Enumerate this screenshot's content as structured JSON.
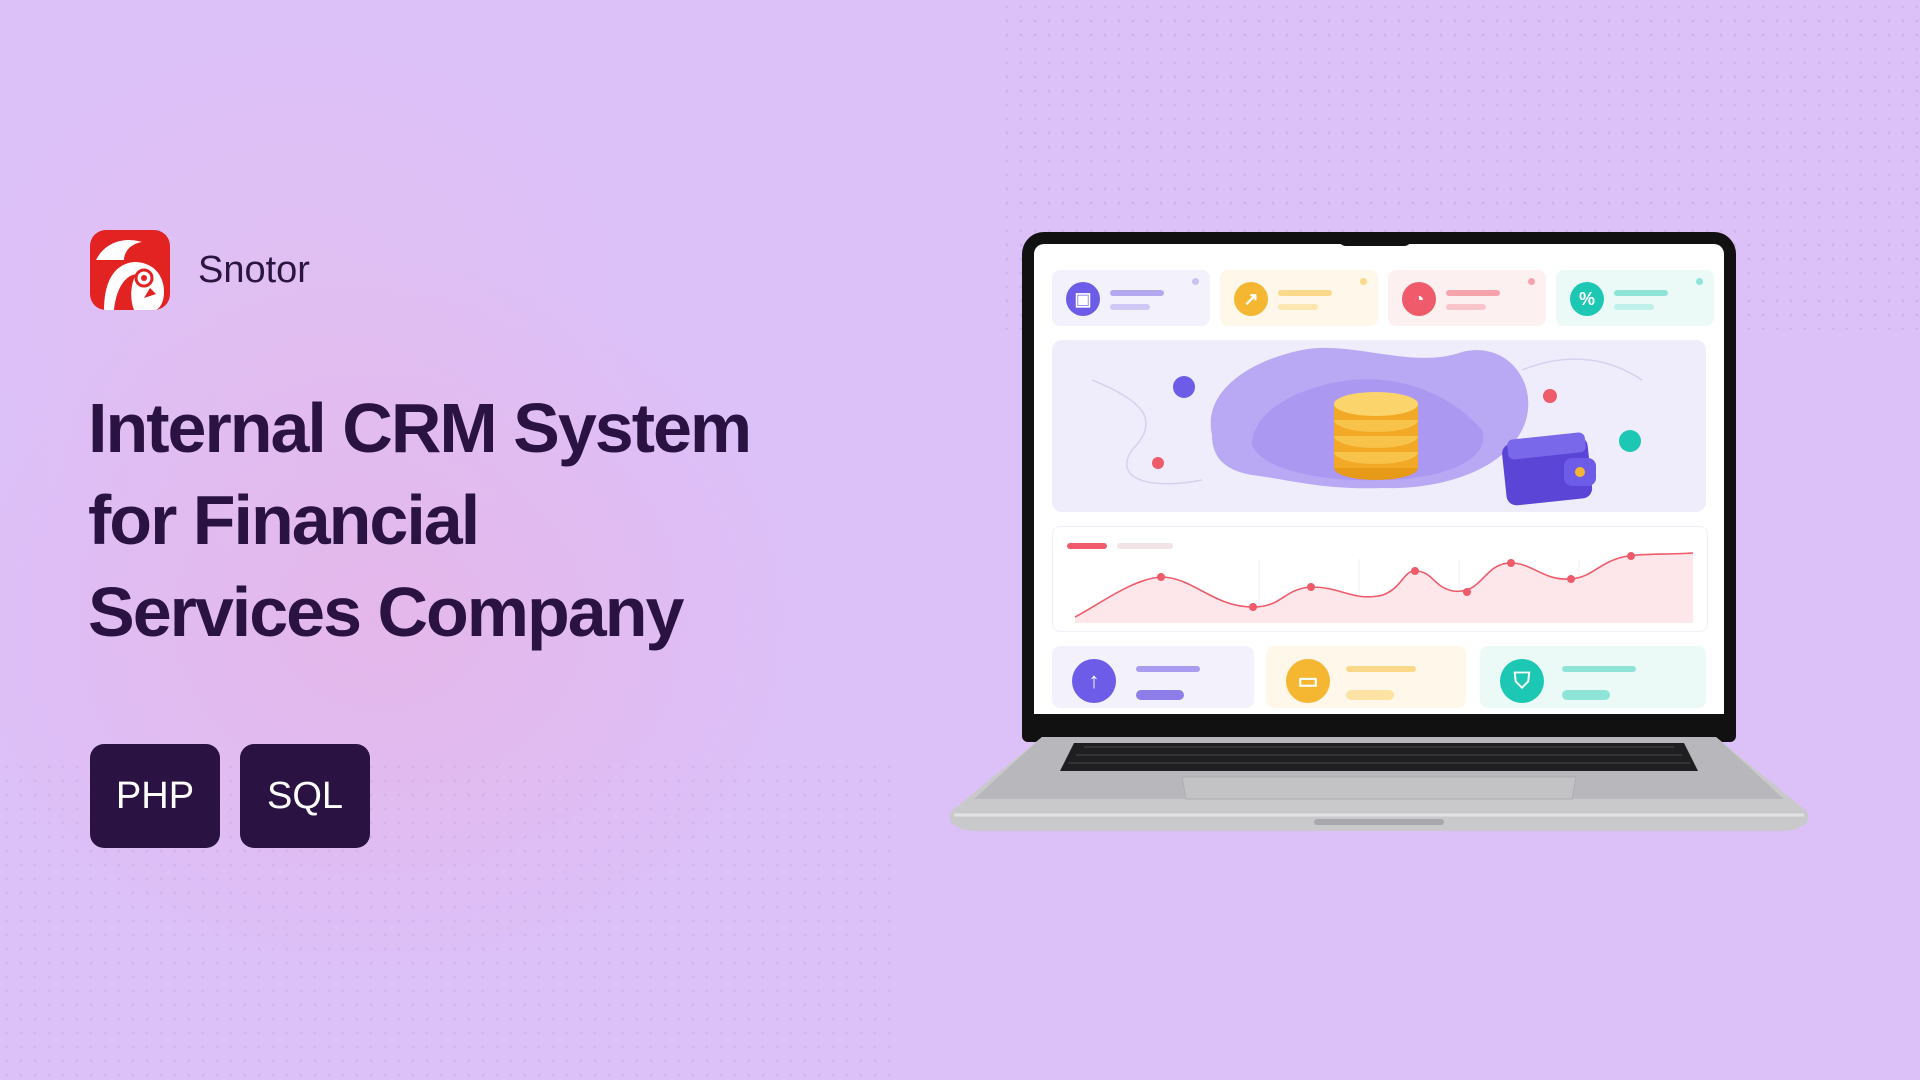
{
  "brand": {
    "name": "Snotor",
    "logo_icon": "owl-logo-icon"
  },
  "headline": {
    "line1": "Internal CRM System",
    "line2": "for Financial",
    "line3": "Services Company"
  },
  "tags": [
    "PHP",
    "SQL"
  ],
  "colors": {
    "background": "#dcc0f8",
    "text": "#2a1242",
    "tag_bg": "#2a1242",
    "logo_bg": "#e32222",
    "purple": "#6c5ce7",
    "orange": "#f5b731",
    "red": "#ef5b6a",
    "teal": "#1cc8b3"
  },
  "laptop_screen": {
    "kpi_cards": [
      {
        "icon": "wallet-icon",
        "color": "#6c5ce7"
      },
      {
        "icon": "trend-chart-icon",
        "color": "#f5b731"
      },
      {
        "icon": "pie-chart-icon",
        "color": "#ef5b6a"
      },
      {
        "icon": "percent-icon",
        "color": "#1cc8b3"
      }
    ],
    "hero_illustration": [
      "coin-stack-icon",
      "wallet-icon"
    ],
    "summary_cards": [
      {
        "icon": "arrow-up-icon",
        "color": "#6c5ce7"
      },
      {
        "icon": "credit-card-icon",
        "color": "#f5b731"
      },
      {
        "icon": "shield-icon",
        "color": "#1cc8b3"
      }
    ]
  }
}
